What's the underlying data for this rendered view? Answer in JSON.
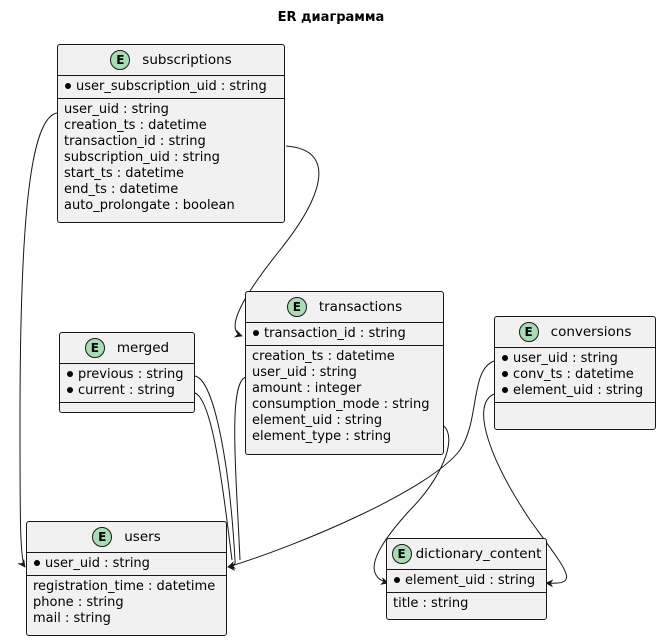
{
  "title": "ER диаграмма",
  "entity_badge": "E",
  "entities": {
    "subscriptions": {
      "name": "subscriptions",
      "keys": [
        "user_subscription_uid : string"
      ],
      "attrs": [
        "user_uid : string",
        "creation_ts : datetime",
        "transaction_id : string",
        "subscription_uid : string",
        "start_ts : datetime",
        "end_ts : datetime",
        "auto_prolongate : boolean"
      ]
    },
    "transactions": {
      "name": "transactions",
      "keys": [
        "transaction_id : string"
      ],
      "attrs": [
        "creation_ts : datetime",
        "user_uid : string",
        "amount : integer",
        "consumption_mode : string",
        "element_uid : string",
        "element_type : string"
      ]
    },
    "merged": {
      "name": "merged",
      "keys": [
        "previous : string",
        "current : string"
      ],
      "attrs": []
    },
    "conversions": {
      "name": "conversions",
      "keys": [
        "user_uid : string",
        "conv_ts : datetime",
        "element_uid : string"
      ],
      "attrs": []
    },
    "users": {
      "name": "users",
      "keys": [
        "user_uid : string"
      ],
      "attrs": [
        "registration_time : datetime",
        "phone : string",
        "mail : string"
      ]
    },
    "dictionary_content": {
      "name": "dictionary_content",
      "keys": [
        "element_uid : string"
      ],
      "attrs": [
        "title : string"
      ]
    }
  },
  "line_color": "#181818",
  "badge_color": "#a9dcb4"
}
